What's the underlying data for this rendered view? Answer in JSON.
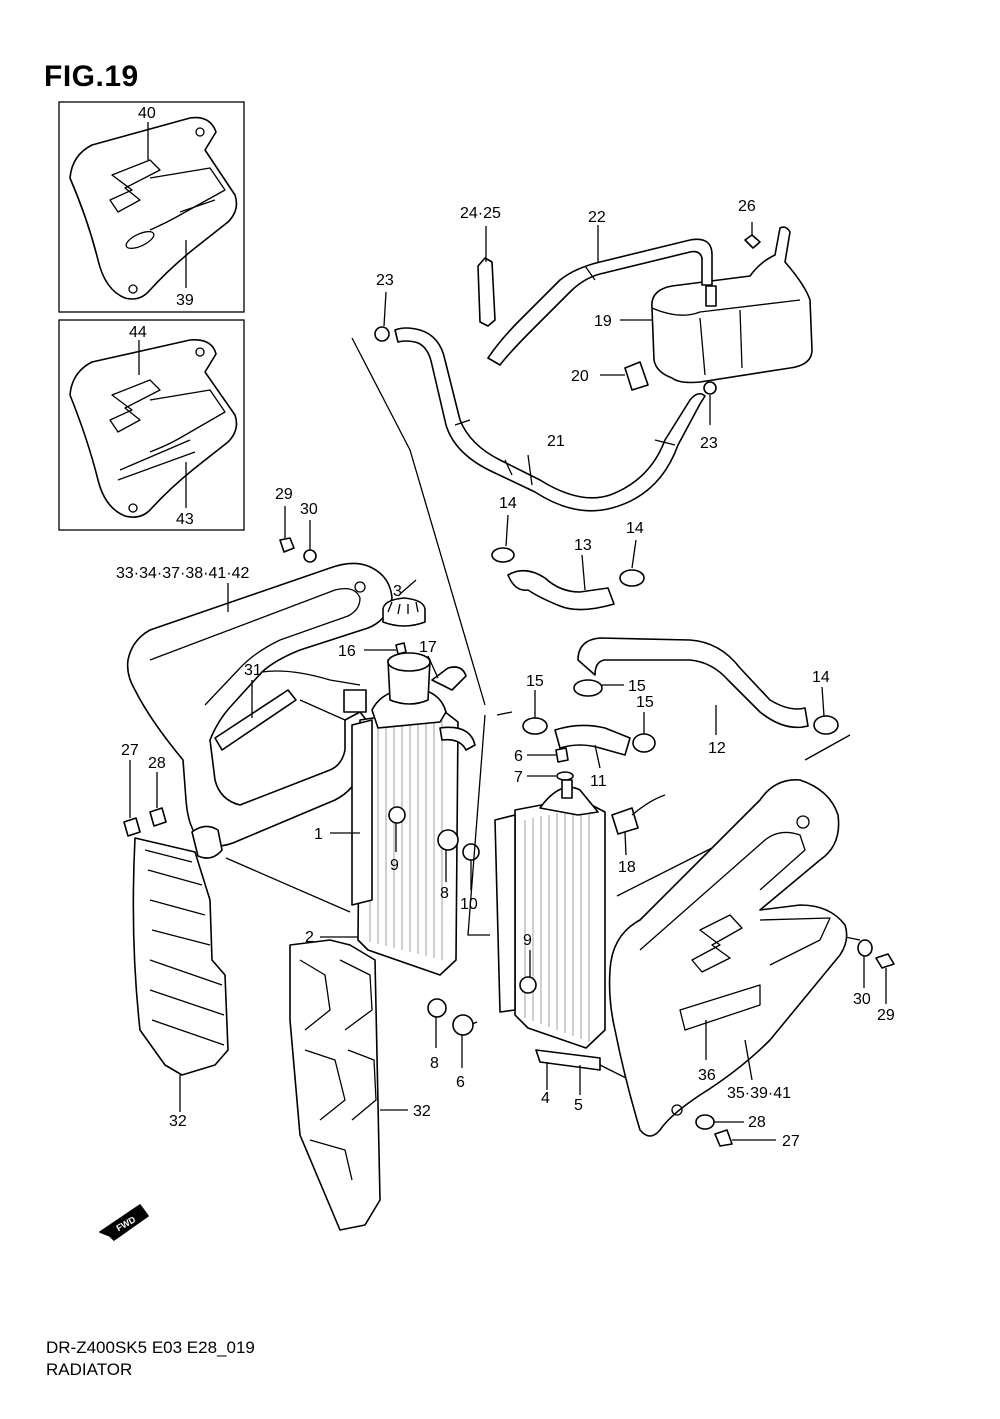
{
  "figure": {
    "title": "FIG.19",
    "model_code": "DR-Z400SK5 E03 E28_019",
    "section_name": "RADIATOR"
  },
  "fwd_marker": {
    "text": "FWD",
    "icon": "fwd-arrow-icon"
  },
  "callouts": [
    {
      "id": "c40",
      "label": "40"
    },
    {
      "id": "c39a",
      "label": "39"
    },
    {
      "id": "c44",
      "label": "44"
    },
    {
      "id": "c43",
      "label": "43"
    },
    {
      "id": "c29a",
      "label": "29"
    },
    {
      "id": "c30a",
      "label": "30"
    },
    {
      "id": "c33",
      "label": "33·34·37·38·41·42"
    },
    {
      "id": "c24",
      "label": "24·25"
    },
    {
      "id": "c22",
      "label": "22"
    },
    {
      "id": "c26",
      "label": "26"
    },
    {
      "id": "c23a",
      "label": "23"
    },
    {
      "id": "c19",
      "label": "19"
    },
    {
      "id": "c20",
      "label": "20"
    },
    {
      "id": "c23b",
      "label": "23"
    },
    {
      "id": "c21",
      "label": "21"
    },
    {
      "id": "c14a",
      "label": "14"
    },
    {
      "id": "c13",
      "label": "13"
    },
    {
      "id": "c14b",
      "label": "14"
    },
    {
      "id": "c3",
      "label": "3"
    },
    {
      "id": "c16",
      "label": "16"
    },
    {
      "id": "c17",
      "label": "17"
    },
    {
      "id": "c31",
      "label": "31"
    },
    {
      "id": "c15a",
      "label": "15"
    },
    {
      "id": "c15b",
      "label": "15"
    },
    {
      "id": "c15c",
      "label": "15"
    },
    {
      "id": "c14c",
      "label": "14"
    },
    {
      "id": "c12",
      "label": "12"
    },
    {
      "id": "c27a",
      "label": "27"
    },
    {
      "id": "c28a",
      "label": "28"
    },
    {
      "id": "c6a",
      "label": "6"
    },
    {
      "id": "c7",
      "label": "7"
    },
    {
      "id": "c11",
      "label": "11"
    },
    {
      "id": "c1",
      "label": "1"
    },
    {
      "id": "c9a",
      "label": "9"
    },
    {
      "id": "c8a",
      "label": "8"
    },
    {
      "id": "c10",
      "label": "10"
    },
    {
      "id": "c18",
      "label": "18"
    },
    {
      "id": "c2",
      "label": "2"
    },
    {
      "id": "c9b",
      "label": "9"
    },
    {
      "id": "c30b",
      "label": "30"
    },
    {
      "id": "c29b",
      "label": "29"
    },
    {
      "id": "c32a",
      "label": "32"
    },
    {
      "id": "c32b",
      "label": "32"
    },
    {
      "id": "c8b",
      "label": "8"
    },
    {
      "id": "c6b",
      "label": "6"
    },
    {
      "id": "c4",
      "label": "4"
    },
    {
      "id": "c5",
      "label": "5"
    },
    {
      "id": "c36",
      "label": "36"
    },
    {
      "id": "c35",
      "label": "35·39·41"
    },
    {
      "id": "c28b",
      "label": "28"
    },
    {
      "id": "c27b",
      "label": "27"
    }
  ]
}
